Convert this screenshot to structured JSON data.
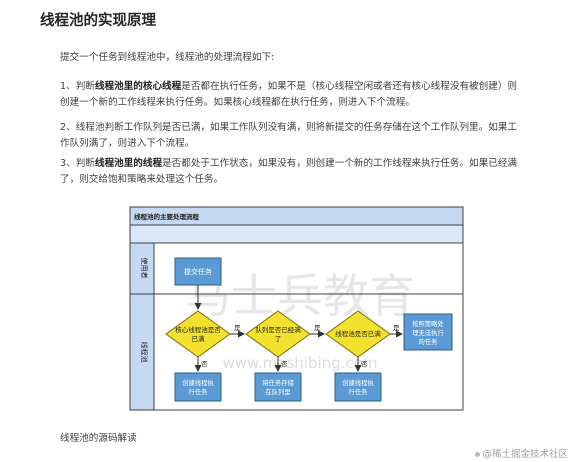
{
  "title": "线程池的实现原理",
  "intro": "提交一个任务到线程池中，线程池的处理流程如下:",
  "steps": [
    {
      "prefix": "1、判断",
      "bold": "线程池里的核心线程",
      "rest": "是否都在执行任务，如果不是（核心线程空闲或者还有核心线程没有被创建）则创建一个新的工作线程来执行任务。如果核心线程都在执行任务，则进入下个流程。"
    },
    {
      "prefix": "",
      "bold": "",
      "rest": "2、线程池判断工作队列是否已满，如果工作队列没有满，则将新提交的任务存储在这个工作队列里。如果工作队列满了，则进入下个流程。"
    },
    {
      "prefix": "3、判断",
      "bold": "线程池里的线程",
      "rest": "是否都处于工作状态，如果没有，则创建一个新的工作线程来执行任务。如果已经满了，则交给饱和策略来处理这个任务。"
    }
  ],
  "diagram": {
    "header": "线程池的主要处理流程",
    "lanes": [
      "使用者",
      "线程池"
    ],
    "submit": "提交任务",
    "decisions": [
      "核心线程池是否已满",
      "队列是否已经满了",
      "线程池是否已满"
    ],
    "actions": [
      "创建线程执行任务",
      "将任务存储在队列里",
      "创建线程执行任务"
    ],
    "final": "按照策略处理无法执行的任务",
    "yes": "是",
    "no": "否",
    "colors": {
      "header": "#c5d9f0",
      "box": "#5b9bd5",
      "decision": "#f2e12e",
      "arrow": "#333333"
    }
  },
  "watermark": "马士兵教育",
  "watermark_url": "www.mashibing.com",
  "bottom": "线程池的源码解读",
  "footer": "@稀土掘金技术社区"
}
